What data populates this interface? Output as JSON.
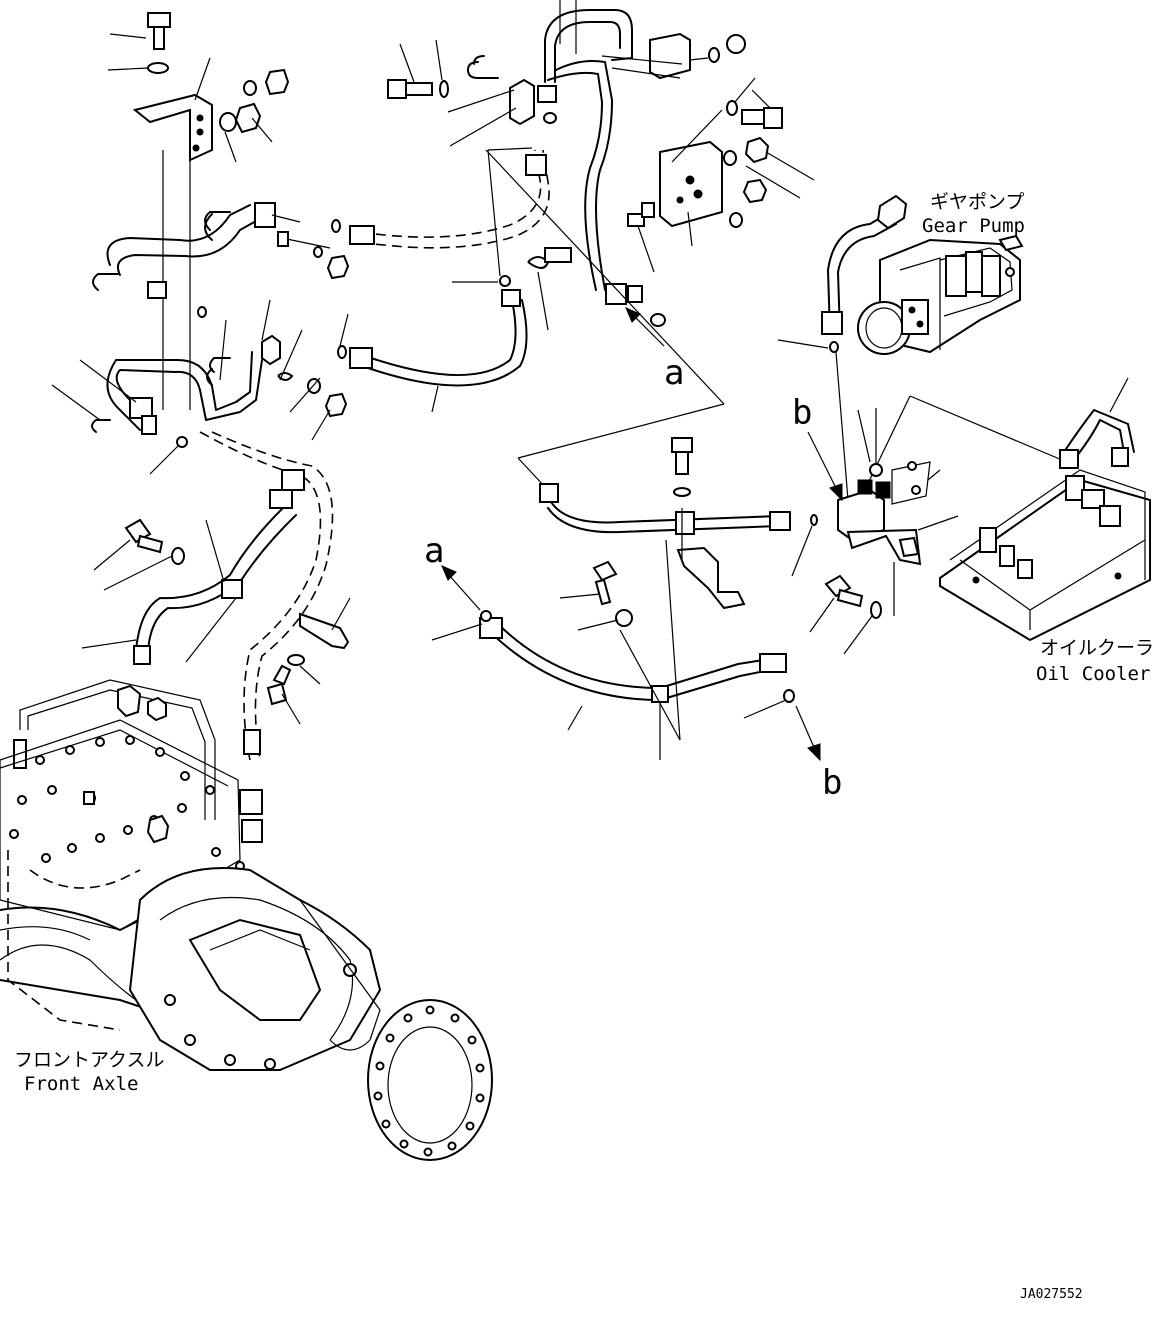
{
  "labels": {
    "gear_pump_jp": "ギヤポンプ",
    "gear_pump_en": "Gear Pump",
    "oil_cooler_jp": "オイルクーラ",
    "oil_cooler_en": "Oil Cooler",
    "front_axle_jp": "フロントアクスル",
    "front_axle_en": "Front Axle",
    "drawing_number": "JA027552"
  },
  "reference_marks": {
    "a": "a",
    "b": "b"
  }
}
